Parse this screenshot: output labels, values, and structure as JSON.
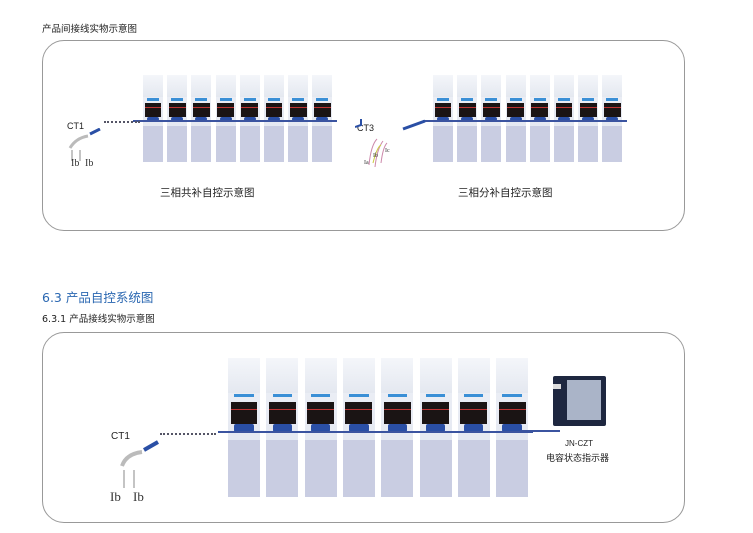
{
  "section1": {
    "title": "产品间接线实物示意图"
  },
  "diagram_common": {
    "ct_label": "CT1",
    "ib_labels": [
      "Ib",
      "Ib"
    ],
    "caption": "三相共补自控示意图"
  },
  "diagram_split": {
    "ct_label": "CT3",
    "phase_labels": [
      "Ia",
      "Ib",
      "Ic"
    ],
    "caption": "三相分补自控示意图"
  },
  "section2": {
    "heading": "6.3 产品自控系统图",
    "subheading": "6.3.1 产品接线实物示意图"
  },
  "diagram_system": {
    "ct_label": "CT1",
    "ib_labels": [
      "Ib",
      "Ib"
    ],
    "indicator_model": "JN-CZT",
    "indicator_name": "电容状态指示器"
  },
  "colors": {
    "heading": "#2a67b1",
    "wire": "#3b54a0",
    "indicator_panel": "#1e2740"
  }
}
